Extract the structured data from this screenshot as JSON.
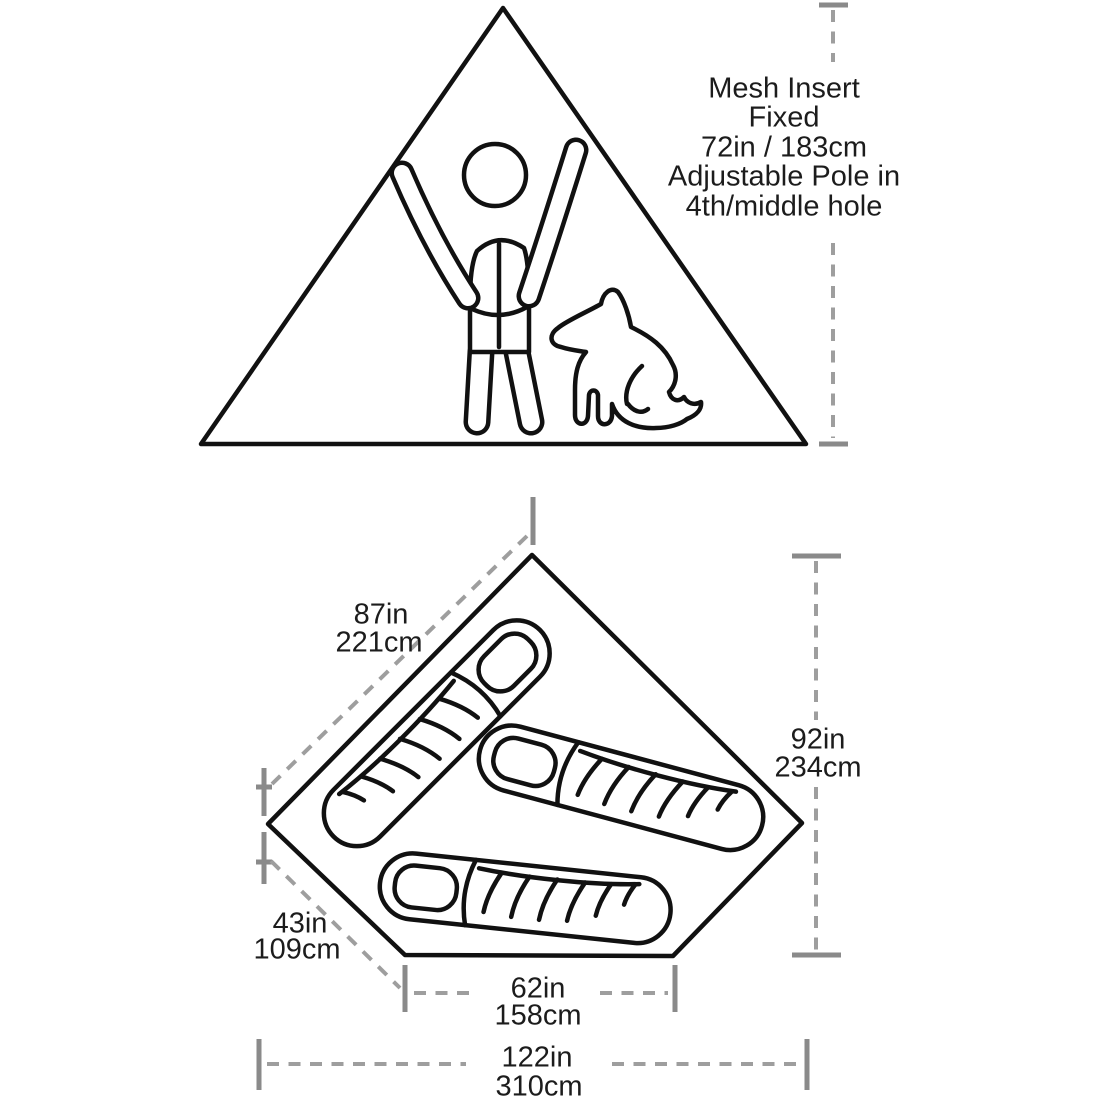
{
  "title": "Tent dimensions diagram",
  "side_view": {
    "annotation": [
      "Mesh Insert",
      "Fixed",
      "72in / 183cm",
      "Adjustable Pole in",
      "4th/middle hole"
    ]
  },
  "floor_plan": {
    "sleeping_bag_count": 3,
    "dimensions": {
      "left_edge": {
        "in": "87in",
        "cm": "221cm"
      },
      "height": {
        "in": "92in",
        "cm": "234cm"
      },
      "lower_left_edge": {
        "in": "43in",
        "cm": "109cm"
      },
      "bottom_inner": {
        "in": "62in",
        "cm": "158cm"
      },
      "overall_width": {
        "in": "122in",
        "cm": "310cm"
      }
    }
  },
  "colors": {
    "outline": "#111111",
    "dimension_dash": "#9e9e9e",
    "dimension_cap": "#8a8a8a",
    "text": "#1c1c1c",
    "background": "#ffffff"
  }
}
